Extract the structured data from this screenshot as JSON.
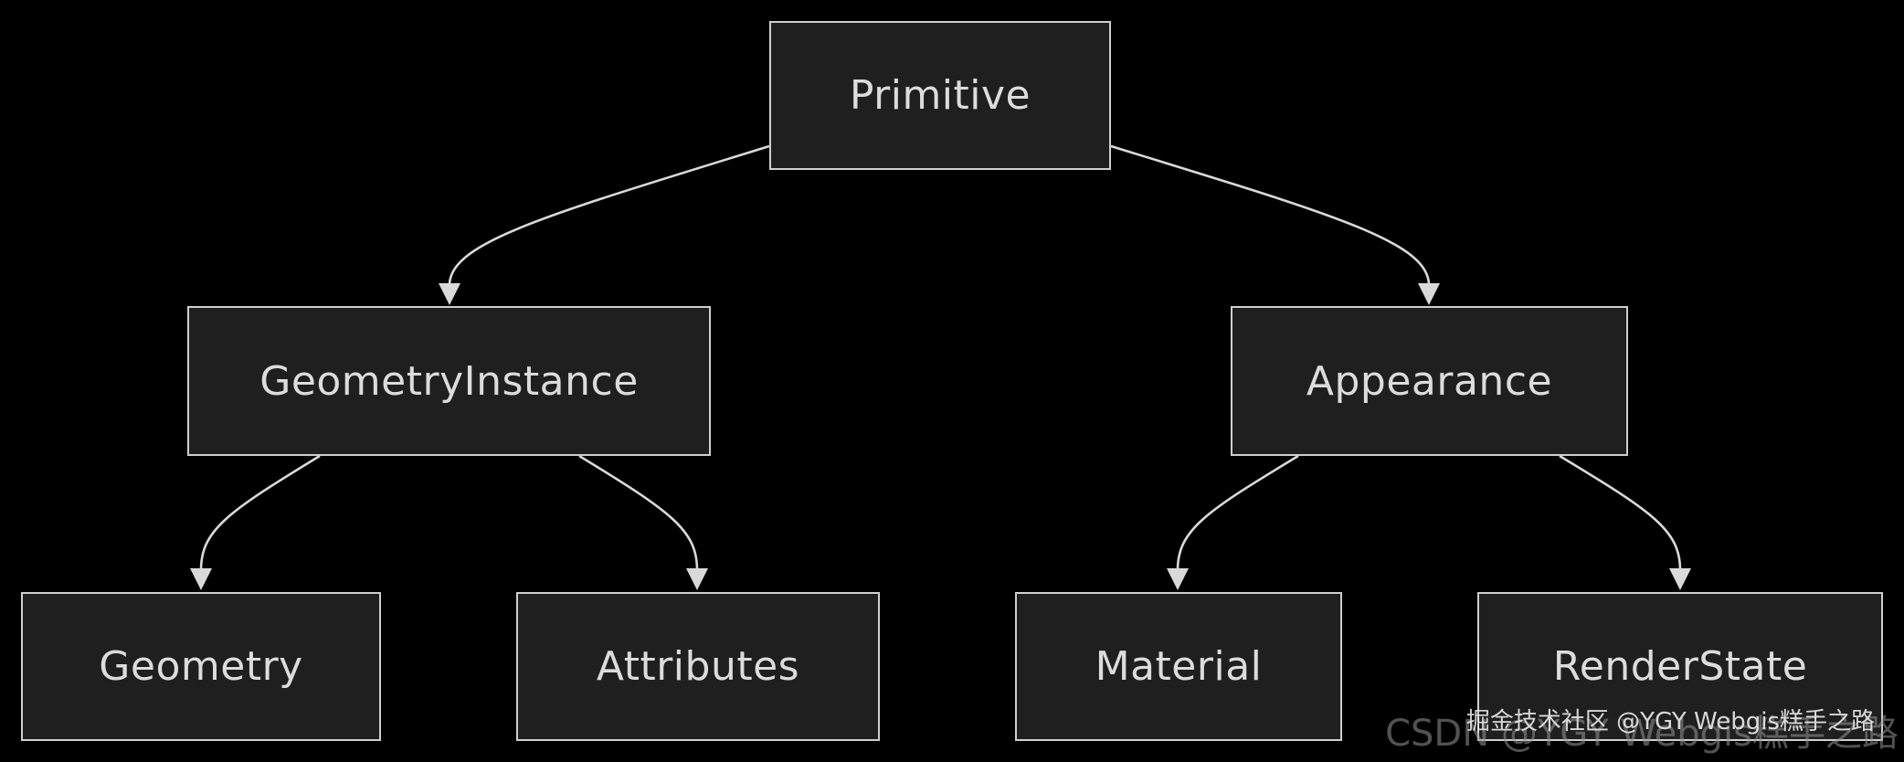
{
  "diagram": {
    "nodes": {
      "primitive": "Primitive",
      "geometry_instance": "GeometryInstance",
      "appearance": "Appearance",
      "geometry": "Geometry",
      "attributes": "Attributes",
      "material": "Material",
      "render_state": "RenderState"
    },
    "edges": [
      {
        "from": "Primitive",
        "to": "GeometryInstance"
      },
      {
        "from": "Primitive",
        "to": "Appearance"
      },
      {
        "from": "GeometryInstance",
        "to": "Geometry"
      },
      {
        "from": "GeometryInstance",
        "to": "Attributes"
      },
      {
        "from": "Appearance",
        "to": "Material"
      },
      {
        "from": "Appearance",
        "to": "RenderState"
      }
    ]
  },
  "watermark": {
    "back_text": "CSDN @YGY Webgis糕手之路",
    "front_text": "掘金技术社区 @YGY Webgis糕手之路"
  },
  "colors": {
    "background": "#000000",
    "node_fill": "#1f1f1f",
    "node_border": "#cfcfcf",
    "text": "#dcdcdc",
    "edge": "#d9d9d9"
  }
}
